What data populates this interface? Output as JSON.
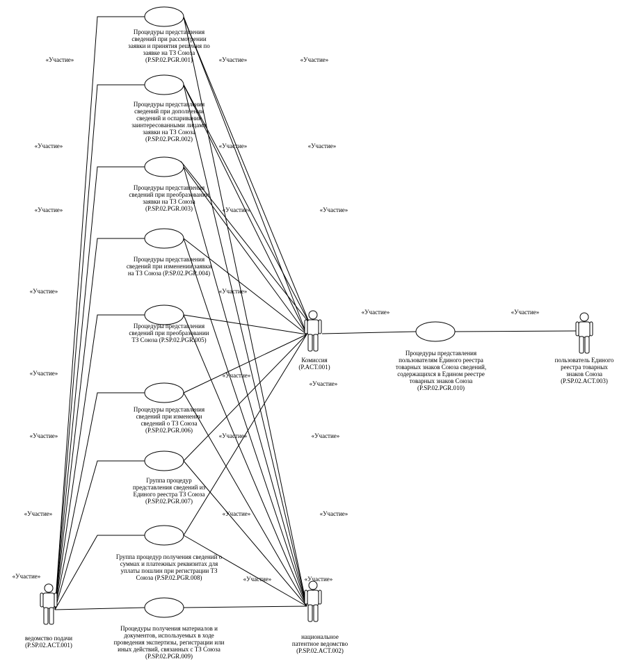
{
  "actors": {
    "podachi": {
      "name": [
        "ведомство подачи",
        "(P.SP.02.ACT.001)"
      ]
    },
    "komissiya": {
      "name": [
        "Комиссия",
        "(P.ACT.001)"
      ]
    },
    "nacional": {
      "name": [
        "национальное",
        "патентное ведомство",
        "(P.SP.02.ACT.002)"
      ]
    },
    "polzovatel": {
      "name": [
        "пользователь Единого",
        "реестра товарных",
        "знаков Союза",
        "(P.SP.02.ACT.003)"
      ]
    }
  },
  "use_cases": [
    {
      "id": "uc1",
      "text": [
        "Процедуры представления",
        "сведений при рассмотрении",
        "заявки и принятия решения по",
        "заявке на ТЗ Союза",
        "(P.SP.02.PGR.001)"
      ]
    },
    {
      "id": "uc2",
      "text": [
        "Процедуры представления",
        "сведений при дополнении",
        "сведений и оспаривании",
        "заинтересованными лицами",
        "заявки на ТЗ Союза",
        "(P.SP.02.PGR.002)"
      ]
    },
    {
      "id": "uc3",
      "text": [
        "Процедуры представления",
        "сведений при преобразовании",
        "заявки на ТЗ Союза",
        "(P.SP.02.PGR.003)"
      ]
    },
    {
      "id": "uc4",
      "text": [
        "Процедуры представления",
        "сведений при изменении заявки",
        "на ТЗ Союза (P.SP.02.PGR.004)"
      ]
    },
    {
      "id": "uc5",
      "text": [
        "Процедуры представления",
        "сведений при преобразовании",
        "ТЗ Союза (P.SP.02.PGR.005)"
      ]
    },
    {
      "id": "uc6",
      "text": [
        "Процедуры представления",
        "сведений при изменении",
        "сведений о ТЗ Союза",
        "(P.SP.02.PGR.006)"
      ]
    },
    {
      "id": "uc7",
      "text": [
        "Группа процедур",
        "представления сведений из",
        "Единого реестра ТЗ Союза",
        "(P.SP.02.PGR.007)"
      ]
    },
    {
      "id": "uc8",
      "text": [
        "Группа процедур получения сведений о",
        "суммах и платежных реквизитах для",
        "уплаты пошлин при регистрации ТЗ",
        "Союза (P.SP.02.PGR.008)"
      ]
    },
    {
      "id": "uc9",
      "text": [
        "Процедуры получения материалов и",
        "документов, используемых в ходе",
        "проведения экспертизы, регистрации или",
        "иных действий, связанных с ТЗ Союза",
        "(P.SP.02.PGR.009)"
      ]
    },
    {
      "id": "uc10",
      "text": [
        "Процедуры представления",
        "пользователям Единого реестра",
        "товарных знаков Союза сведений,",
        "содержащихся в Едином реестре",
        "товарных знаков Союза",
        "(P.SP.02.PGR.010)"
      ]
    }
  ],
  "association_label": "«Участие»"
}
